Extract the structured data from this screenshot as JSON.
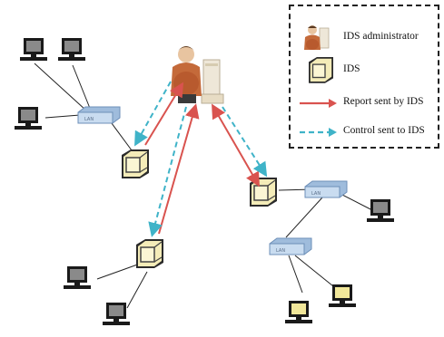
{
  "legend": {
    "items": [
      {
        "icon": "ids-administrator-icon",
        "label": "IDS administrator"
      },
      {
        "icon": "ids-device-icon",
        "label": "IDS"
      },
      {
        "icon": "solid-red-arrow-icon",
        "label": "Report sent by IDS",
        "color": "#d9534f"
      },
      {
        "icon": "dashed-cyan-arrow-icon",
        "label": "Control sent to IDS",
        "color": "#3fb3c8"
      }
    ]
  },
  "colors": {
    "report_arrow": "#d9534f",
    "control_arrow": "#3fb3c8",
    "switch_fill": "#c9dcf0",
    "ids_fill": "#f4ecb8",
    "monitor_frame": "#1a1a1a"
  }
}
